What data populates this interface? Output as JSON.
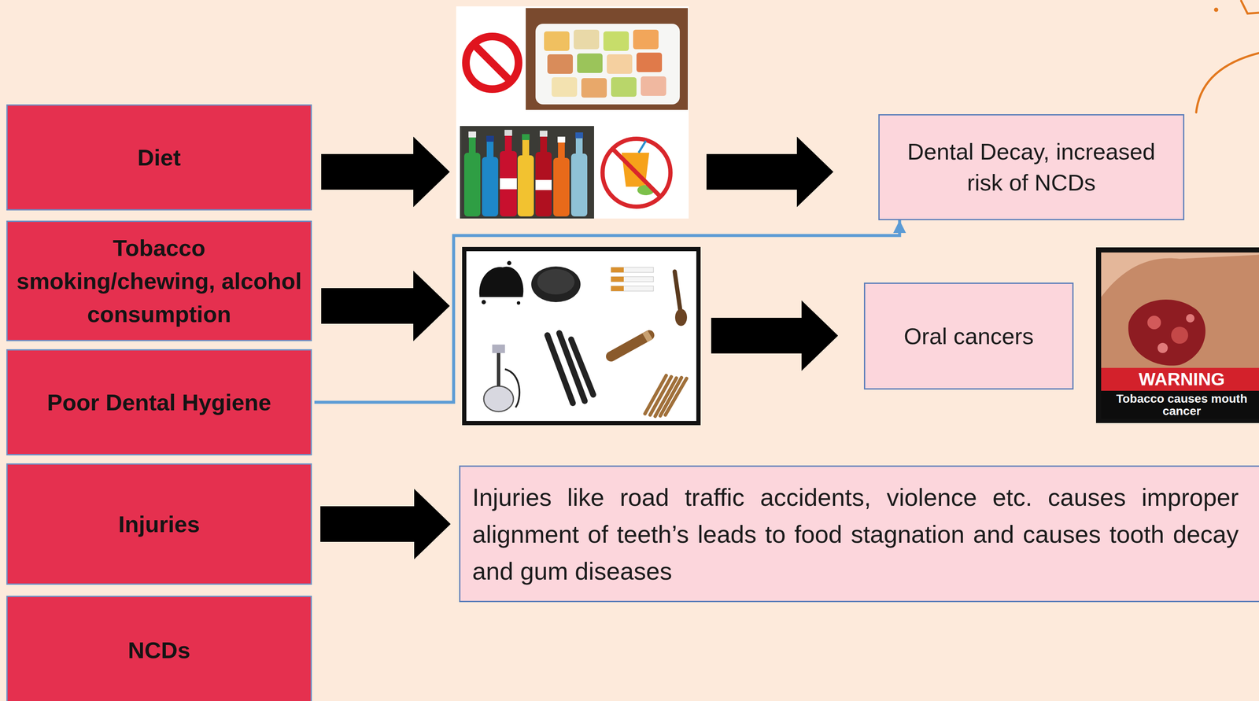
{
  "diagram": {
    "nodes": [
      {
        "text": [
          "Diet"
        ]
      },
      {
        "text": [
          "Dental Decay, increased risk of NCDs"
        ]
      },
      {
        "text": [
          "Tobacco smoking/chewing, alcohol consumption"
        ]
      },
      {
        "text": [
          "Oral cancers"
        ]
      },
      {
        "text": [
          "Poor Dental Hygiene"
        ]
      },
      {
        "text": [
          "Injuries"
        ]
      },
      {
        "text": [
          "Injuries like road traffic accidents, violence etc. causes improper alignment of teeth’s leads to food stagnation and causes tooth decay and gum diseases"
        ]
      },
      {
        "text": [
          "NCDs"
        ]
      }
    ],
    "edges": [
      {
        "from": 4,
        "to": 1,
        "arrow": "to"
      },
      {
        "from": 5,
        "to": 6,
        "arrow": "to"
      }
    ],
    "labels": [
      "WARNING",
      "Tobacco causes mouth cancer"
    ]
  }
}
